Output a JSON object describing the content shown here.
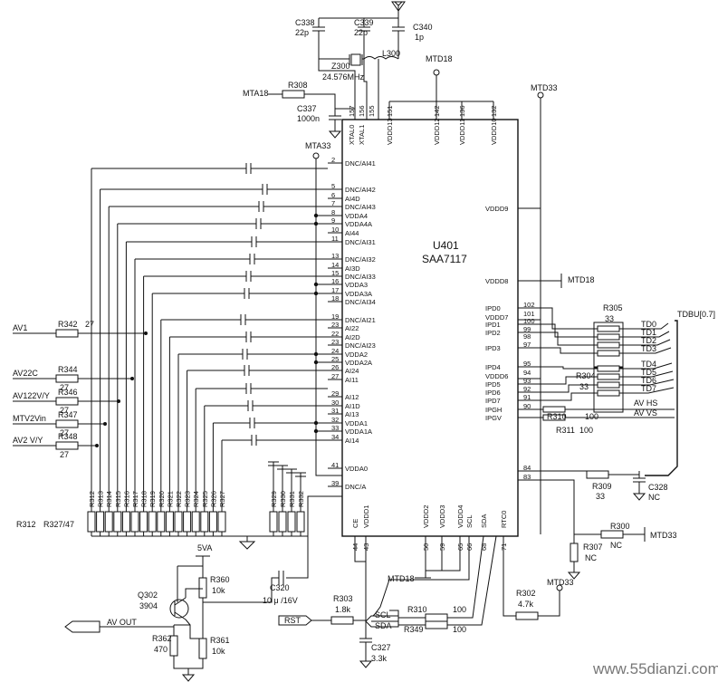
{
  "chip": {
    "name": "U401",
    "part": "SAA7117",
    "left_pins": [
      {
        "num": "2",
        "name": "DNC/AI41"
      },
      {
        "num": "5",
        "name": "DNC/AI42"
      },
      {
        "num": "6",
        "name": "AI4D"
      },
      {
        "num": "7",
        "name": "DNC/AI43"
      },
      {
        "num": "8",
        "name": "VDDA4"
      },
      {
        "num": "9",
        "name": "VDDA4A"
      },
      {
        "num": "10",
        "name": "AI44"
      },
      {
        "num": "11",
        "name": "DNC/AI31"
      },
      {
        "num": "13",
        "name": "DNC/AI32"
      },
      {
        "num": "14",
        "name": "AI3D"
      },
      {
        "num": "15",
        "name": "DNC/AI33"
      },
      {
        "num": "16",
        "name": "VDDA3"
      },
      {
        "num": "17",
        "name": "VDDA3A"
      },
      {
        "num": "18",
        "name": "DNC/AI34"
      },
      {
        "num": "19",
        "name": "DNC/AI21"
      },
      {
        "num": "23",
        "name": "AI22"
      },
      {
        "num": "22",
        "name": "AI2D"
      },
      {
        "num": "23",
        "name": "DNC/AI23"
      },
      {
        "num": "24",
        "name": "VDDA2"
      },
      {
        "num": "25",
        "name": "VDDA2A"
      },
      {
        "num": "26",
        "name": "AI24"
      },
      {
        "num": "27",
        "name": "AI11"
      },
      {
        "num": "29",
        "name": "AI12"
      },
      {
        "num": "30",
        "name": "AI1D"
      },
      {
        "num": "31",
        "name": "AI13"
      },
      {
        "num": "32",
        "name": "VDDA1"
      },
      {
        "num": "33",
        "name": "VDDA1A"
      },
      {
        "num": "34",
        "name": "AI14"
      },
      {
        "num": "41",
        "name": "VDDA0"
      },
      {
        "num": "39",
        "name": "DNC/A"
      }
    ],
    "top_pins": [
      {
        "num": "157",
        "name": "XTAL0"
      },
      {
        "num": "156",
        "name": "XTAL1"
      },
      {
        "num": "155",
        "name": ""
      },
      {
        "num": "151",
        "name": "VDDD13"
      },
      {
        "num": "142",
        "name": "VDDD12"
      },
      {
        "num": "136",
        "name": "VDDD11"
      },
      {
        "num": "132",
        "name": "VDDD10"
      }
    ],
    "right_pins": [
      {
        "num": "",
        "name": "VDDD9"
      },
      {
        "num": "",
        "name": "VDDD8"
      },
      {
        "num": "102",
        "name": "IPD0"
      },
      {
        "num": "101",
        "name": "VDDD7"
      },
      {
        "num": "100",
        "name": "IPD1"
      },
      {
        "num": "99",
        "name": "IPD2"
      },
      {
        "num": "98",
        "name": ""
      },
      {
        "num": "97",
        "name": "IPD3"
      },
      {
        "num": "95",
        "name": "IPD4"
      },
      {
        "num": "94",
        "name": "VDDD6"
      },
      {
        "num": "93",
        "name": "IPD5"
      },
      {
        "num": "92",
        "name": "IPD6"
      },
      {
        "num": "91",
        "name": "IPD7"
      },
      {
        "num": "90",
        "name": "IPGH"
      },
      {
        "num": "",
        "name": "IPGV"
      },
      {
        "num": "84",
        "name": ""
      },
      {
        "num": "83",
        "name": ""
      }
    ],
    "bottom_pins": [
      {
        "num": "44",
        "name": "CE"
      },
      {
        "num": "43",
        "name": "VDDD1"
      },
      {
        "num": "50",
        "name": "VDDD2"
      },
      {
        "num": "59",
        "name": "VDDD3"
      },
      {
        "num": "65",
        "name": "VDDD4"
      },
      {
        "num": "66",
        "name": "SCL"
      },
      {
        "num": "68",
        "name": "SDA"
      },
      {
        "num": "71",
        "name": "RTC0"
      }
    ]
  },
  "inputs": [
    {
      "net": "AV1",
      "res": "R342",
      "val": "27"
    },
    {
      "net": "AV22C",
      "res": "R344",
      "val": "27"
    },
    {
      "net": "AV122V/Y",
      "res": "R346",
      "val": "27"
    },
    {
      "net": "MTV2Vin",
      "res": "R347",
      "val": "27"
    },
    {
      "net": "AV2 V/Y",
      "res": "R348",
      "val": "27"
    }
  ],
  "resistor_bank": {
    "labels": [
      "R312",
      "R313",
      "R314",
      "R315",
      "R316",
      "R317",
      "R318",
      "R319",
      "R320",
      "R321",
      "R322",
      "R323",
      "R324",
      "R325",
      "R326",
      "R327"
    ],
    "note_left": "R312",
    "note_right": "R327/47",
    "small": [
      "R329",
      "R330",
      "R331",
      "R332"
    ]
  },
  "top_parts": {
    "c338": "C338",
    "c338_val": "22p",
    "c339": "C339",
    "c339_val": "22p",
    "c340": "C340",
    "c340_val": "1p",
    "l300": "L300",
    "z300": "Z300",
    "z300_val": "24.576MHz",
    "mta18": "MTA18",
    "r308": "R308",
    "c337": "C337",
    "c337_val": "1000n",
    "mta33": "MTA33",
    "mtd18": "MTD18",
    "mtd33": "MTD33"
  },
  "right_parts": {
    "mtd18": "MTD18",
    "r305": "R305",
    "r305_val": "33",
    "r304": "R304",
    "r304_val": "33",
    "bus": "TDBU[0.7]",
    "nets": [
      "TD0",
      "TD1",
      "TD2",
      "TD3",
      "TD4",
      "TD5",
      "TD6",
      "TD7",
      "AV HS",
      "AV VS"
    ],
    "r310": "R310",
    "r310_val": "100",
    "r311": "R311",
    "r311_val": "100",
    "r309": "R309",
    "r309_val": "33",
    "c328": "C328",
    "c328_val": "NC",
    "r300": "R300",
    "r300_val": "NC",
    "r307": "R307",
    "r307_val": "NC",
    "mtd33": "MTD33"
  },
  "bottom_parts": {
    "v5": "5VA",
    "q302": "Q302",
    "q302_val": "3904",
    "r360": "R360",
    "r360_val": "10k",
    "c320": "C320",
    "c320_val": "10 μ /16V",
    "r362": "R362",
    "r362_val": "470",
    "r361": "R361",
    "r361_val": "10k",
    "avout": "AV OUT",
    "rst": "RST",
    "r303": "R303",
    "r303_val": "1.8k",
    "c327": "C327",
    "c327_val": "3.3k",
    "mtd18": "MTD18",
    "scl": "SCL",
    "sda": "SDA",
    "r310b": "R310",
    "r310b_val": "100",
    "r349": "R349",
    "r349_val": "100",
    "r302": "R302",
    "r302_val": "4.7k",
    "mtd33": "MTD33",
    "watermark": "www.55dianzi.com"
  }
}
